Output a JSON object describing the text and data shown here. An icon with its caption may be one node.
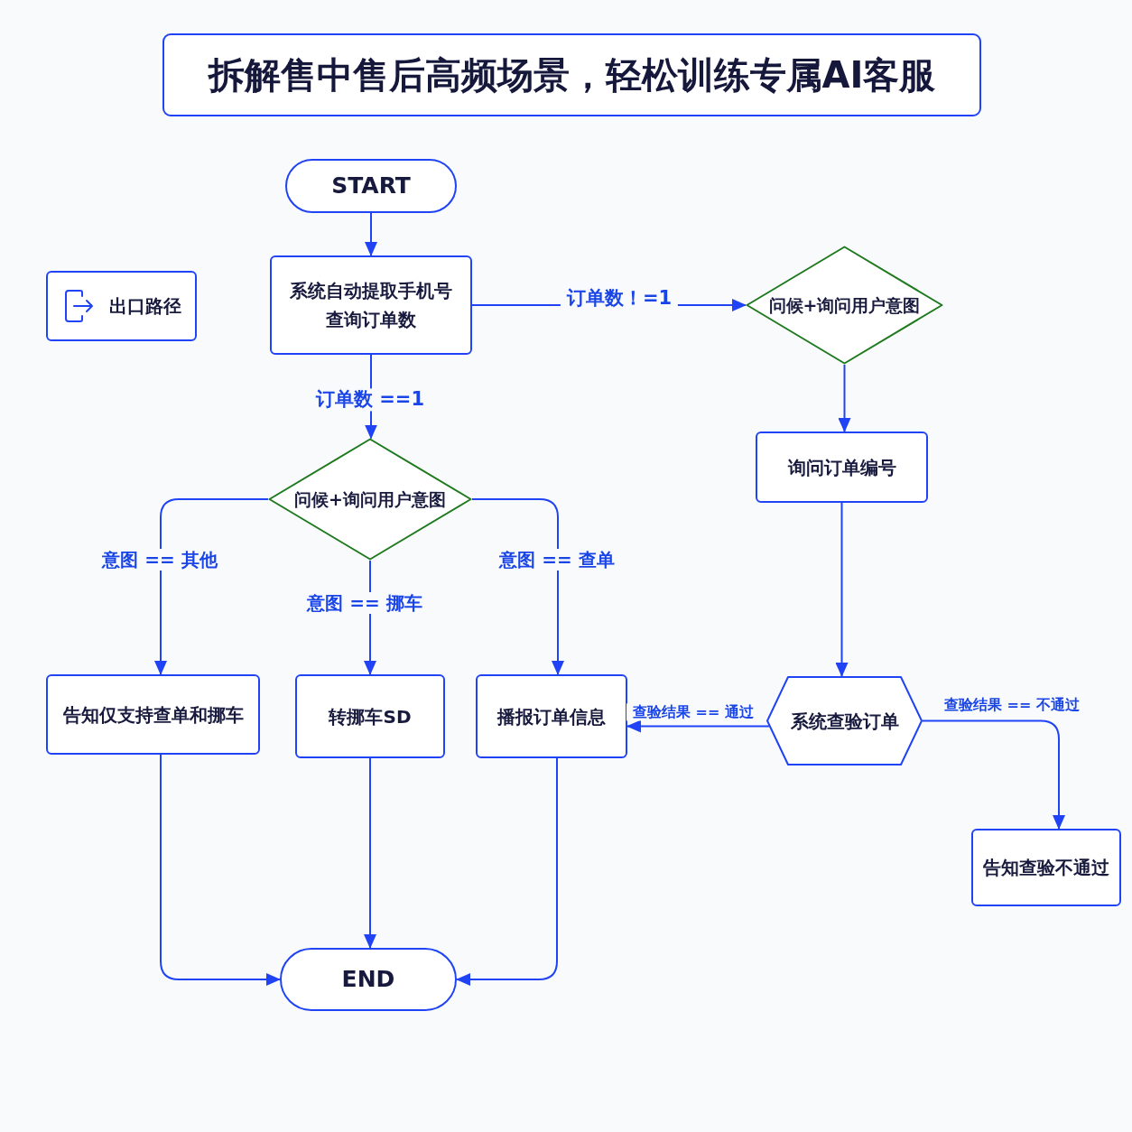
{
  "diagram": {
    "title": "拆解售中售后高频场景，轻松训练专属AI客服",
    "nodes": [
      {
        "text": [
          "START"
        ]
      },
      {
        "text": [
          "出口路径"
        ]
      },
      {
        "text": [
          "系统自动提取手机号查询订单数"
        ]
      },
      {
        "text": [
          "问候+询问用户意图"
        ]
      },
      {
        "text": [
          "询问订单编号"
        ]
      },
      {
        "text": [
          "问候+询问用户意图"
        ]
      },
      {
        "text": [
          "告知仅支持查单和挪车"
        ]
      },
      {
        "text": [
          "转挪车SD"
        ]
      },
      {
        "text": [
          "播报订单信息"
        ]
      },
      {
        "text": [
          "系统查验订单"
        ]
      },
      {
        "text": [
          "告知查验不通过"
        ]
      },
      {
        "text": [
          "END"
        ]
      }
    ],
    "edges": [
      {
        "from": 0,
        "to": 2,
        "arrow": "to"
      },
      {
        "from": 2,
        "to": 3,
        "arrow": "to",
        "label": "订单数！=1"
      },
      {
        "from": 2,
        "to": 5,
        "arrow": "to",
        "label": "订单数 ==1"
      },
      {
        "from": 3,
        "to": 4,
        "arrow": "to"
      },
      {
        "from": 5,
        "to": 6,
        "arrow": "to",
        "label": "意图 == 其他"
      },
      {
        "from": 5,
        "to": 7,
        "arrow": "to",
        "label": "意图 == 挪车"
      },
      {
        "from": 5,
        "to": 8,
        "arrow": "to",
        "label": "意图 == 查单"
      },
      {
        "from": 4,
        "to": 9,
        "arrow": "to"
      },
      {
        "from": 9,
        "to": 8,
        "arrow": "to",
        "label": "查验结果 == 通过"
      },
      {
        "from": 9,
        "to": 10,
        "arrow": "to",
        "label": "查验结果 == 不通过"
      },
      {
        "from": 6,
        "to": 11,
        "arrow": "to"
      },
      {
        "from": 7,
        "to": 11,
        "arrow": "to"
      },
      {
        "from": 8,
        "to": 11,
        "arrow": "to"
      }
    ]
  }
}
